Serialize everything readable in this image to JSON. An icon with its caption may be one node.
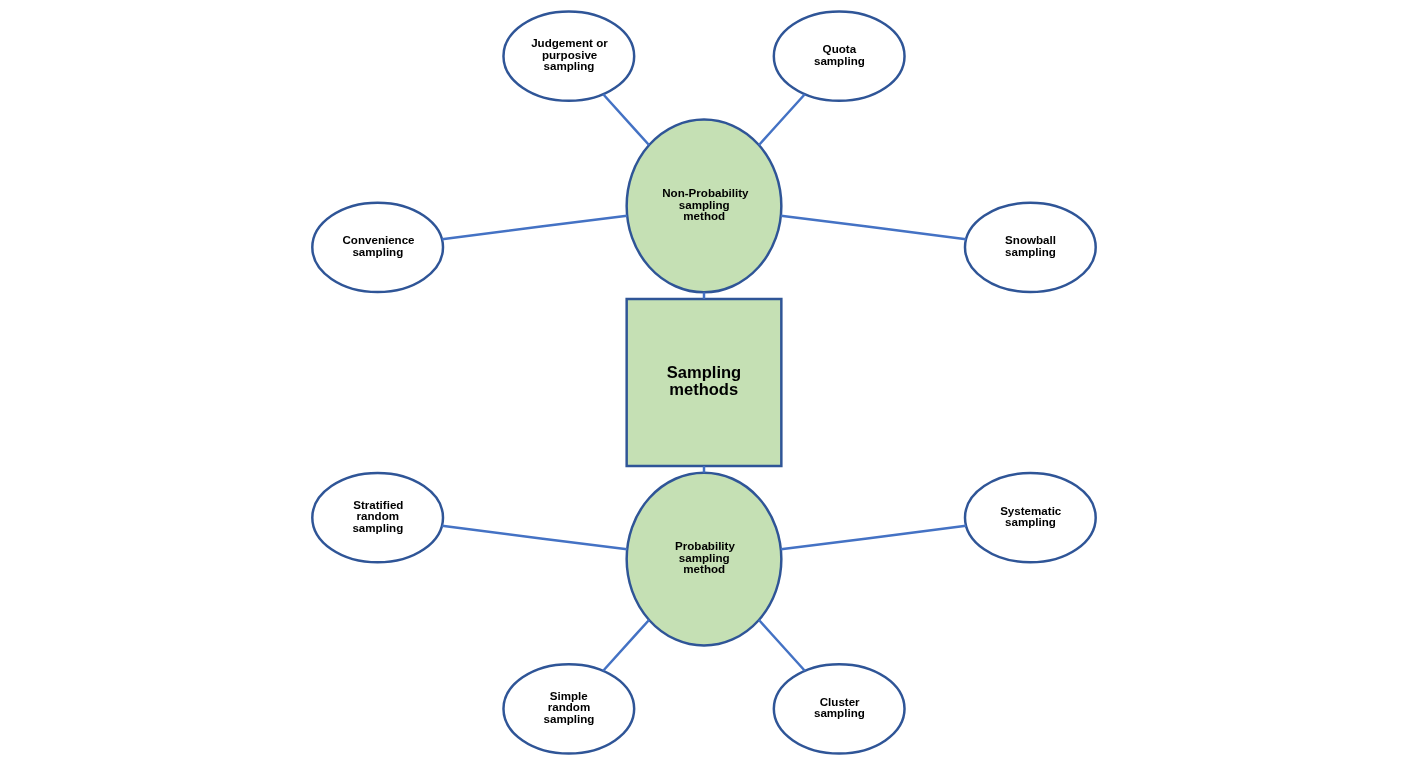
{
  "diagram": {
    "nodes": [
      {
        "text": [
          "Sampling methods"
        ]
      },
      {
        "text": [
          "Probability sampling method"
        ]
      },
      {
        "text": [
          "Non-Probability sampling method"
        ]
      },
      {
        "text": [
          "Stratified random sampling"
        ]
      },
      {
        "text": [
          "Simple random sampling"
        ]
      },
      {
        "text": [
          "Cluster sampling"
        ]
      },
      {
        "text": [
          "Systematic sampling"
        ]
      },
      {
        "text": [
          "Snowball sampling"
        ]
      },
      {
        "text": [
          "Quota sampling"
        ]
      },
      {
        "text": [
          "Judgement or purposive sampling"
        ]
      },
      {
        "text": [
          "Convenience sampling"
        ]
      }
    ],
    "edges": [
      {
        "from": 1,
        "to": 0,
        "arrow": "none"
      },
      {
        "from": 0,
        "to": 2,
        "arrow": "none"
      },
      {
        "from": 1,
        "to": 3,
        "arrow": "none"
      },
      {
        "from": 1,
        "to": 4,
        "arrow": "none"
      },
      {
        "from": 1,
        "to": 5,
        "arrow": "none"
      },
      {
        "from": 1,
        "to": 6,
        "arrow": "none"
      },
      {
        "from": 2,
        "to": 7,
        "arrow": "none"
      },
      {
        "from": 2,
        "to": 8,
        "arrow": "none"
      },
      {
        "from": 2,
        "to": 9,
        "arrow": "none"
      },
      {
        "from": 2,
        "to": 10,
        "arrow": "none"
      }
    ]
  }
}
